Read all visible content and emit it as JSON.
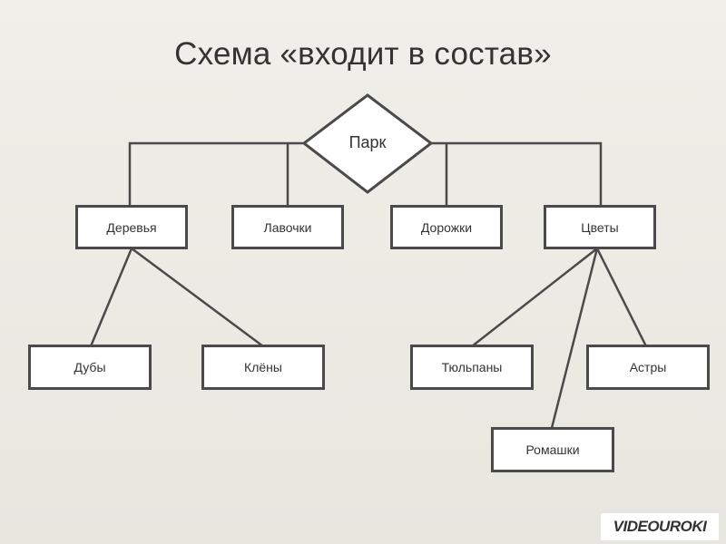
{
  "title": "Схема «входит в состав»",
  "root": {
    "label": "Парк"
  },
  "level1": [
    {
      "label": "Деревья"
    },
    {
      "label": "Лавочки"
    },
    {
      "label": "Дорожки"
    },
    {
      "label": "Цветы"
    }
  ],
  "trees_children": [
    {
      "label": "Дубы"
    },
    {
      "label": "Клёны"
    }
  ],
  "flowers_children": [
    {
      "label": "Тюльпаны"
    },
    {
      "label": "Астры"
    },
    {
      "label": "Ромашки"
    }
  ],
  "watermark": "VIDEOUROKI",
  "colors": {
    "background": "#ebeae4",
    "box_border": "#4a4a4a",
    "box_fill": "#ffffff",
    "text": "#333333"
  }
}
